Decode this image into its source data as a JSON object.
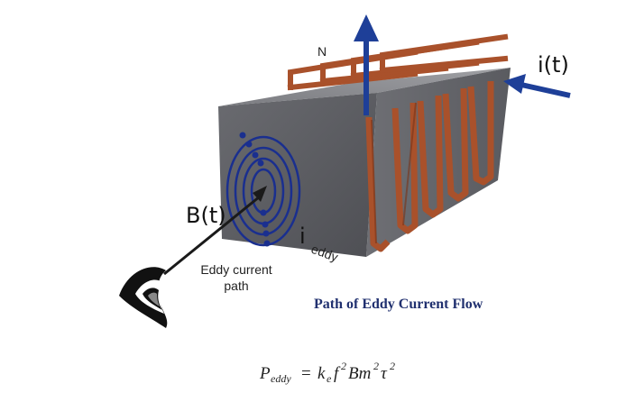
{
  "labels": {
    "north": "N",
    "current_input": "i(t)",
    "flux": "B(t)",
    "eddy_symbol": "i",
    "eddy_subscript": "eddy",
    "eddy_path_line1": "Eddy current",
    "eddy_path_line2": "path"
  },
  "caption": "Path of Eddy Current Flow",
  "formula": {
    "P": "P",
    "P_sub": "eddy",
    "equals": "=",
    "k": "k",
    "k_sub": "e",
    "f": "f",
    "f_sup": "2",
    "B": "Bm",
    "B_sup": "2",
    "tau": "τ",
    "tau_sup": "2"
  },
  "colors": {
    "core_front": "#5d5e63",
    "core_top": "#8c8d92",
    "core_side": "#707176",
    "coil": "#a9512b",
    "arrow_blue": "#1e3f98",
    "loop_blue": "#1a2f8f",
    "caption": "#20306f"
  },
  "icons": [
    "eye-icon",
    "north-arrow-icon",
    "current-arrow-icon",
    "flux-arrow-icon"
  ]
}
